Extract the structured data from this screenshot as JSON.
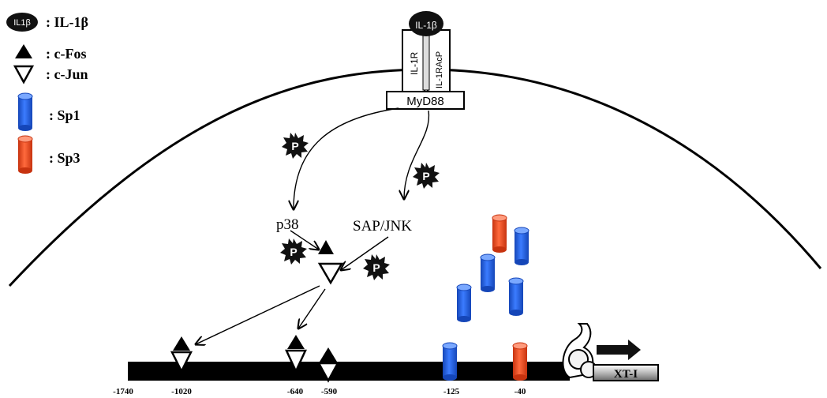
{
  "legend": {
    "il1b_badge": "IL1β",
    "il1b_label": ": IL-1β",
    "cfos_label": ": c-Fos",
    "cjun_label": ": c-Jun",
    "sp1_label": ": Sp1",
    "sp3_label": ": Sp3"
  },
  "receptor": {
    "ligand": "IL-1β",
    "il1r": "IL-1R",
    "il1racp": "IL-1RAcP",
    "adaptor": "MyD88"
  },
  "kinases": {
    "p38": "p38",
    "sapjnk": "SAP/JNK",
    "phospho": "P"
  },
  "promoter": {
    "positions": [
      "-1740",
      "-1020",
      "-640",
      "-590",
      "-125",
      "-40"
    ],
    "gene": "XT-I"
  },
  "colors": {
    "sp1": "#1f5fe0",
    "sp3": "#e8461e",
    "dna": "#000000"
  }
}
